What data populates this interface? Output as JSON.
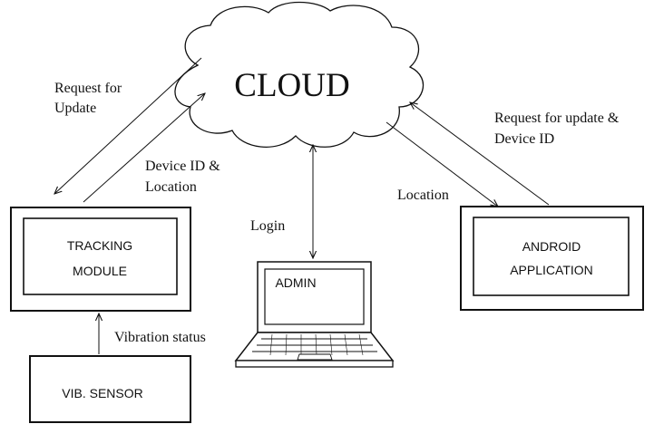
{
  "cloud": {
    "label": "CLOUD"
  },
  "tracking_module": {
    "line1": "TRACKING",
    "line2": "MODULE"
  },
  "android_app": {
    "line1": "ANDROID",
    "line2": "APPLICATION"
  },
  "admin": {
    "label": "ADMIN"
  },
  "vib_sensor": {
    "label": "VIB. SENSOR"
  },
  "edges": {
    "request_update_l1": "Request for",
    "request_update_l2": "Update",
    "device_id_l1": "Device ID &",
    "device_id_l2": "Location",
    "req_update_dev_l1": "Request for update &",
    "req_update_dev_l2": "Device ID",
    "location": "Location",
    "login": "Login",
    "vibration_status": "Vibration status"
  },
  "colors": {
    "stroke": "#111111",
    "background": "#ffffff"
  }
}
